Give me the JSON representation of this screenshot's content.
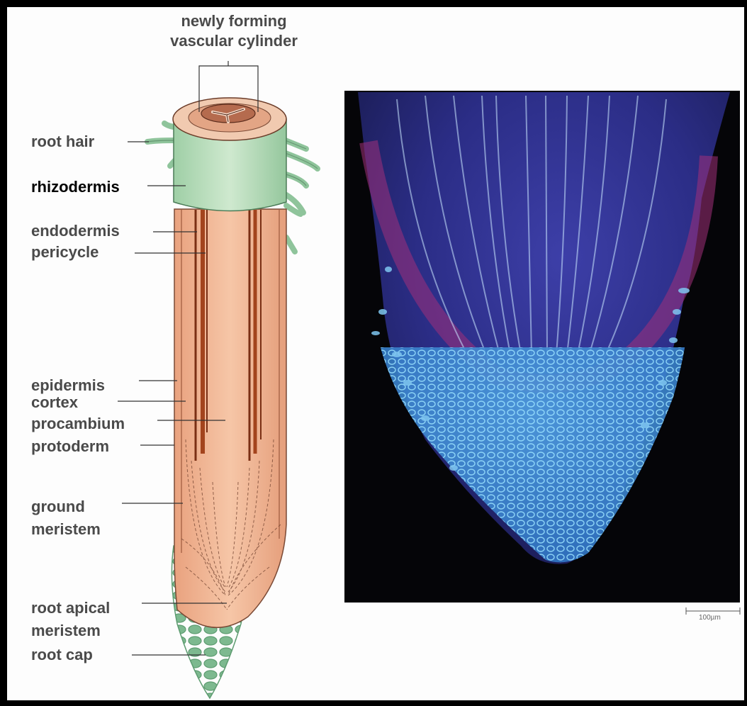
{
  "diagram": {
    "title_line1": "newly forming",
    "title_line2": "vascular cylinder",
    "labels": {
      "root_hair": "root hair",
      "rhizodermis": "rhizodermis",
      "endodermis": "endodermis",
      "pericycle": "pericycle",
      "epidermis": "epidermis",
      "cortex": "cortex",
      "procambium": "procambium",
      "protoderm": "protoderm",
      "ground_meristem_1": "ground",
      "ground_meristem_2": "meristem",
      "root_apical_meristem_1": "root apical",
      "root_apical_meristem_2": "meristem",
      "root_cap": "root cap"
    }
  },
  "micrograph": {
    "scale_bar_label": "100µm"
  }
}
